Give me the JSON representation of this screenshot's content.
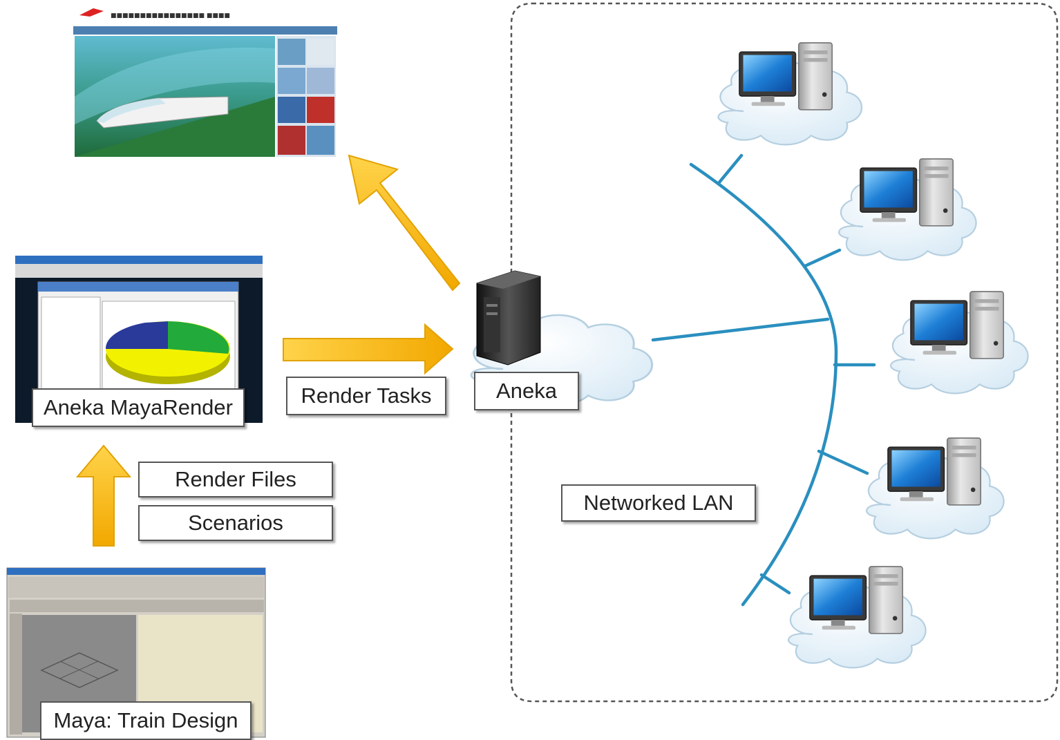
{
  "labels": {
    "aneka_mayarender": "Aneka MayaRender",
    "render_tasks": "Render Tasks",
    "aneka": "Aneka",
    "render_files": "Render Files",
    "scenarios": "Scenarios",
    "networked_lan": "Networked LAN",
    "maya_train_design": "Maya: Train Design"
  },
  "colors": {
    "arrow": "#f7b500",
    "lan_line": "#2a8fbf",
    "boundary": "#555555"
  },
  "icons": [
    "train-website-screenshot",
    "aneka-server-icon",
    "workstation-icon",
    "cloud-icon",
    "pie-chart-window",
    "maya-app-window"
  ]
}
